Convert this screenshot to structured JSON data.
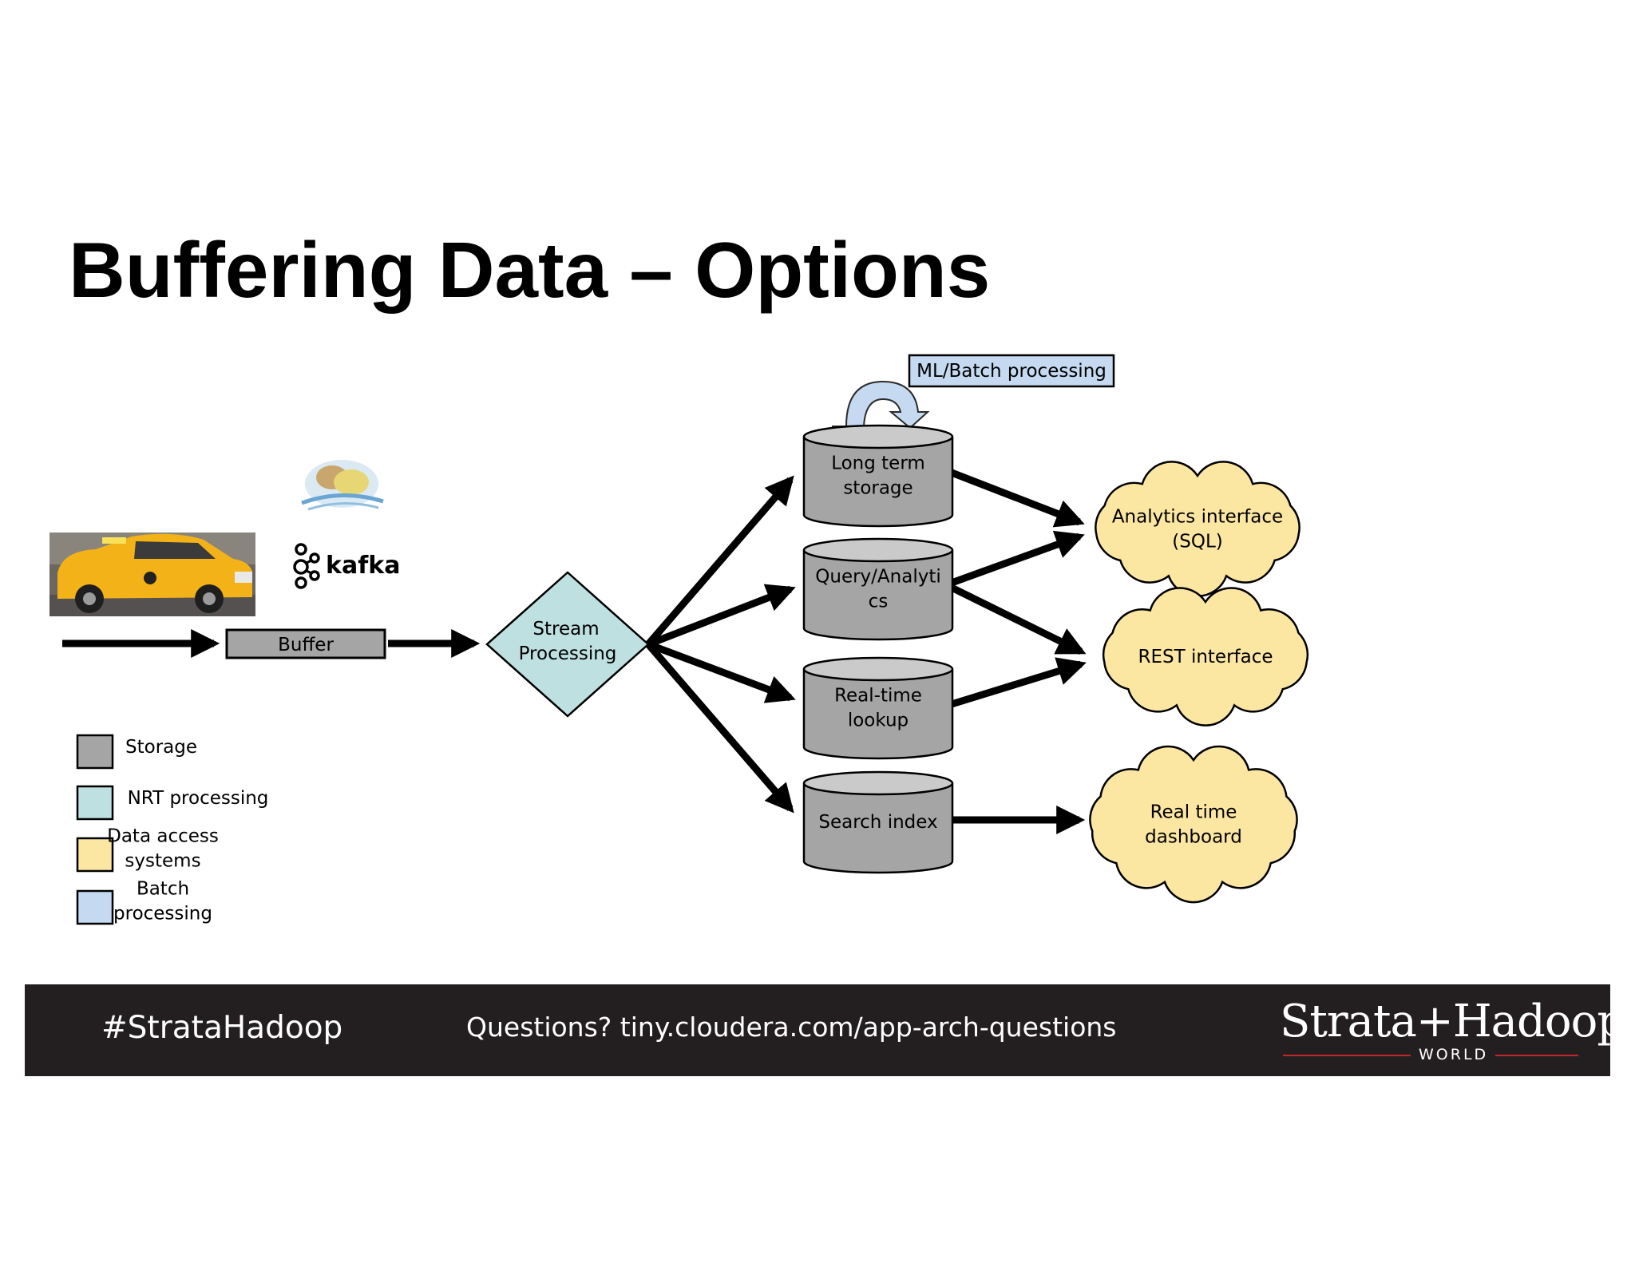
{
  "slide": {
    "title": "Buffering Data – Options"
  },
  "diagram": {
    "buffer_label": "Buffer",
    "kafka_label": "kafka",
    "stream_processing": [
      "Stream",
      "Processing"
    ],
    "ml_batch_label": "ML/Batch processing",
    "storage_nodes": [
      {
        "lines": [
          "Long term",
          "storage"
        ]
      },
      {
        "lines": [
          "Query/Analyti",
          "cs"
        ]
      },
      {
        "lines": [
          "Real-time",
          "lookup"
        ]
      },
      {
        "lines": [
          "Search index"
        ]
      }
    ],
    "access_nodes": [
      {
        "lines": [
          "Analytics interface",
          "(SQL)"
        ]
      },
      {
        "lines": [
          "REST interface"
        ]
      },
      {
        "lines": [
          "Real time",
          "dashboard"
        ]
      }
    ]
  },
  "legend": [
    {
      "lines": [
        "Storage"
      ],
      "color": "#a6a5a6"
    },
    {
      "lines": [
        "NRT processing"
      ],
      "color": "#bfe0e0"
    },
    {
      "lines": [
        "Data access",
        "systems"
      ],
      "color": "#fbe6a2"
    },
    {
      "lines": [
        "Batch",
        "processing"
      ],
      "color": "#c5d9f0"
    }
  ],
  "colors": {
    "storage": "#a6a5a6",
    "nrt": "#bfe0e0",
    "access": "#fbe6a2",
    "batch": "#c5d9f0",
    "footer": "#231f20",
    "accent": "#c0272d"
  },
  "icons": [
    "taxi-photo",
    "flume-logo-icon",
    "kafka-logo-icon"
  ],
  "footer": {
    "hashtag": "#StrataHadoop",
    "questions": "Questions? tiny.cloudera.com/app-arch-questions",
    "logo_text": "Strata+Hadoop",
    "logo_sub": "WORLD"
  }
}
